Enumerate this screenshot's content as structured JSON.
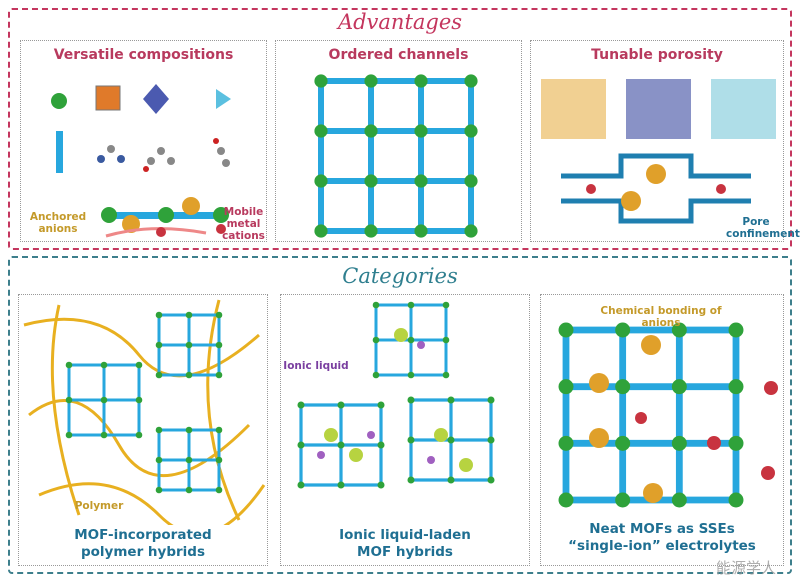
{
  "advantages": {
    "title": "Advantages",
    "panels": [
      {
        "title": "Versatile compositions",
        "eq1": "=",
        "eq2": "=",
        "label_anions": "Anchored anions",
        "label_cations": "Mobile metal cations"
      },
      {
        "title": "Ordered channels"
      },
      {
        "title": "Tunable porosity",
        "label_pore": "Pore confinement"
      }
    ]
  },
  "categories": {
    "title": "Categories",
    "panels": [
      {
        "caption1": "MOF-incorporated",
        "caption2": "polymer hybrids",
        "label": "Polymer"
      },
      {
        "caption1": "Ionic liquid-laden",
        "caption2": "MOF hybrids",
        "label": "Ionic liquid"
      },
      {
        "caption1": "Neat MOFs as SSEs",
        "caption2": "“single-ion” electrolytes",
        "label": "Chemical bonding of anions"
      }
    ]
  },
  "watermark": "能源学人",
  "colors": {
    "adv": "#c4365e",
    "cat": "#3d7f8c",
    "strut": "#27a7de",
    "node": "#2fa23a",
    "anion": "#e0a02a",
    "cation": "#c8333f"
  }
}
